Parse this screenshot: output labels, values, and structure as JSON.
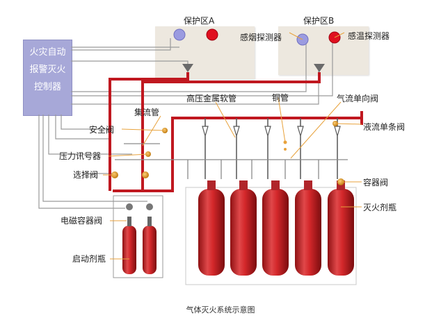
{
  "zones": {
    "a": {
      "title": "保护区A"
    },
    "b": {
      "title": "保护区B"
    }
  },
  "controller": {
    "lines": [
      "火灾自动",
      "报警灭火",
      "控制器"
    ]
  },
  "labels": {
    "smoke_detector": "感烟探测器",
    "heat_detector": "感温探测器",
    "hp_hose": "高压金属软管",
    "copper_pipe": "铜管",
    "gas_check_valve": "气流单向阀",
    "manifold": "集流管",
    "safety_valve": "安全阀",
    "liquid_check_valve": "液流单条阀",
    "pressure_switch": "压力讯号器",
    "selector_valve": "选择阀",
    "container_valve": "容器阀",
    "solenoid_valve": "电磁容器阀",
    "extinguisher_cylinder": "灭火剂瓶",
    "start_cylinder": "启动剂瓶"
  },
  "caption": "气体灭火系统示意图",
  "colors": {
    "pipe_red": "#c01820",
    "cylinder_red": "#d02a2a",
    "zone_bg": "#ede8df",
    "controller_bg": "#a7a8d8",
    "smoke_detector": "#9b9be0",
    "heat_detector": "#e01020",
    "leader_line": "#e8a23c"
  }
}
